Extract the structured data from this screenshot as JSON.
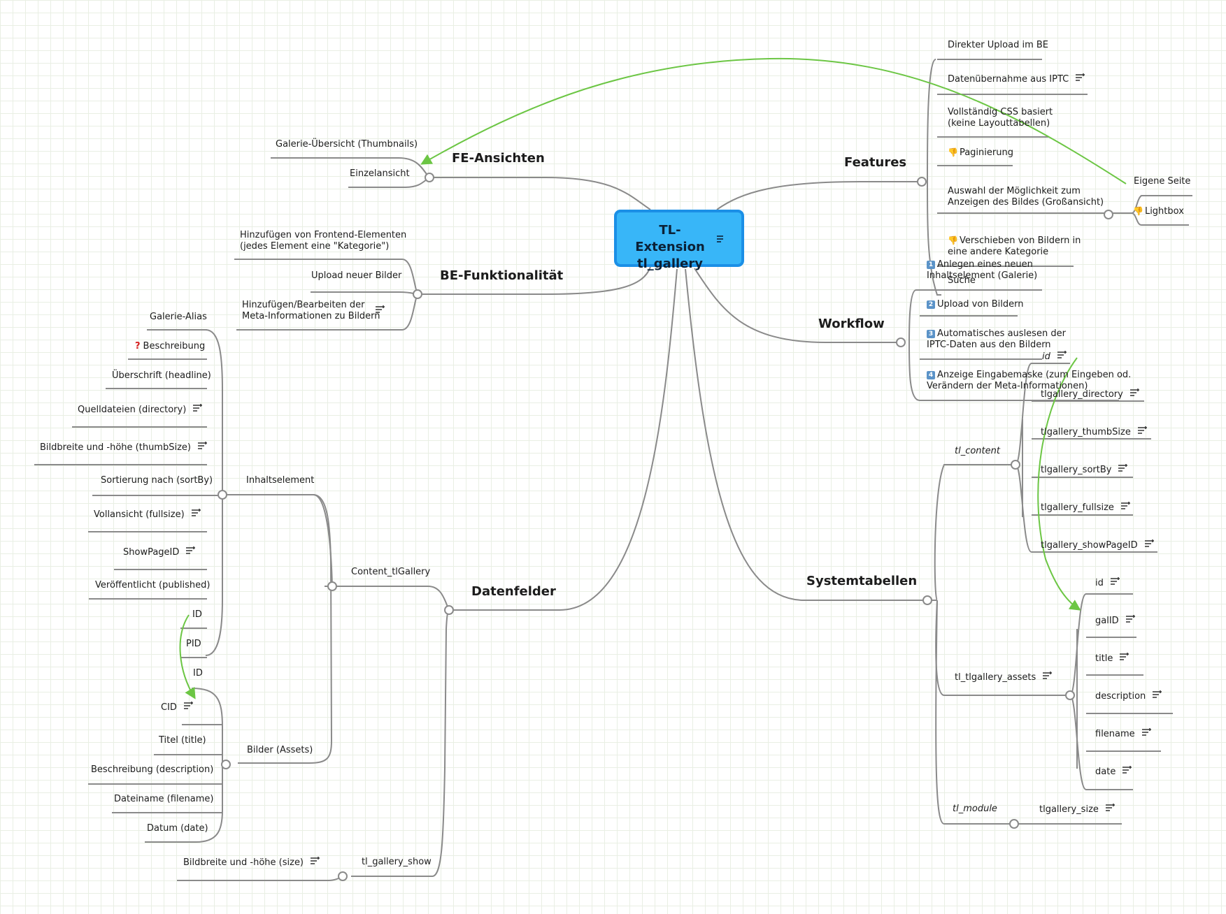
{
  "root": {
    "line1": "TL-Extension",
    "line2": "tl_gallery"
  },
  "branches": {
    "fe": "FE-Ansichten",
    "be": "BE-Funktionalität",
    "daten": "Datenfelder",
    "features": "Features",
    "workflow": "Workflow",
    "system": "Systemtabellen"
  },
  "fe_items": [
    "Galerie-Übersicht (Thumbnails)",
    "Einzelansicht"
  ],
  "be_items": {
    "i1a": "Hinzufügen von Frontend-Elementen",
    "i1b": "(jedes Element eine \"Kategorie\")",
    "i2": "Upload neuer Bilder",
    "i3a": "Hinzufügen/Bearbeiten der",
    "i3b": "Meta-Informationen zu Bildern"
  },
  "features_items": {
    "f1": "Direkter Upload im BE",
    "f2": "Datenübernahme aus IPTC",
    "f3a": "Vollständig CSS basiert",
    "f3b": "(keine Layouttabellen)",
    "f4": "Paginierung",
    "f5a": "Auswahl der Möglichkeit zum",
    "f5b": "Anzeigen des Bildes (Großansicht)",
    "f5c1": "Eigene Seite",
    "f5c2": "Lightbox",
    "f6a": "Verschieben von Bildern in",
    "f6b": "eine andere Kategorie",
    "f7": "Suche"
  },
  "workflow_items": {
    "w1n": "1",
    "w1a": "Anlegen eines neuen",
    "w1b": "Inhaltselement (Galerie)",
    "w2n": "2",
    "w2": "Upload von Bildern",
    "w3n": "3",
    "w3a": "Automatisches auslesen der",
    "w3b": "IPTC-Daten aus den Bildern",
    "w4n": "4",
    "w4a": "Anzeige Eingabemaske (zum Eingeben od.",
    "w4b": "Verändern der Meta-Informationen)"
  },
  "daten": {
    "content": "Content_tlGallery",
    "inhalt": "Inhaltselement",
    "inhalt_items": [
      "Galerie-Alias",
      "Beschreibung",
      "Überschrift (headline)",
      "Quelldateien (directory)",
      "Bildbreite und -höhe (thumbSize)",
      "Sortierung nach (sortBy)",
      "Vollansicht (fullsize)",
      "ShowPageID",
      "Veröffentlicht (published)",
      "ID",
      "PID"
    ],
    "bilder": "Bilder (Assets)",
    "bilder_items": [
      "ID",
      "CID",
      "Titel (title)",
      "Beschreibung (description)",
      "Dateiname (filename)",
      "Datum (date)"
    ],
    "show": "tl_gallery_show",
    "show_items": [
      "Bildbreite und -höhe (size)"
    ]
  },
  "system": {
    "content": "tl_content",
    "content_items": [
      "id",
      "tlgallery_directory",
      "tlgallery_thumbSize",
      "tlgallery_sortBy",
      "tlgallery_fullsize",
      "tlgallery_showPageID"
    ],
    "assets": "tl_tlgallery_assets",
    "assets_items": [
      "id",
      "galID",
      "title",
      "description",
      "filename",
      "date"
    ],
    "module": "tl_module",
    "module_items": [
      "tlgallery_size"
    ]
  },
  "markers": {
    "question": "?",
    "thumbs_down": "👎"
  },
  "colors": {
    "root_fill": "#38b6f8",
    "root_border": "#1b8fe6",
    "line": "#8a8a8a",
    "relation": "#6cc644",
    "grid": "#e9efe4"
  },
  "icons": {
    "notes": "notes-icon",
    "collapse": "collapse-circle"
  }
}
